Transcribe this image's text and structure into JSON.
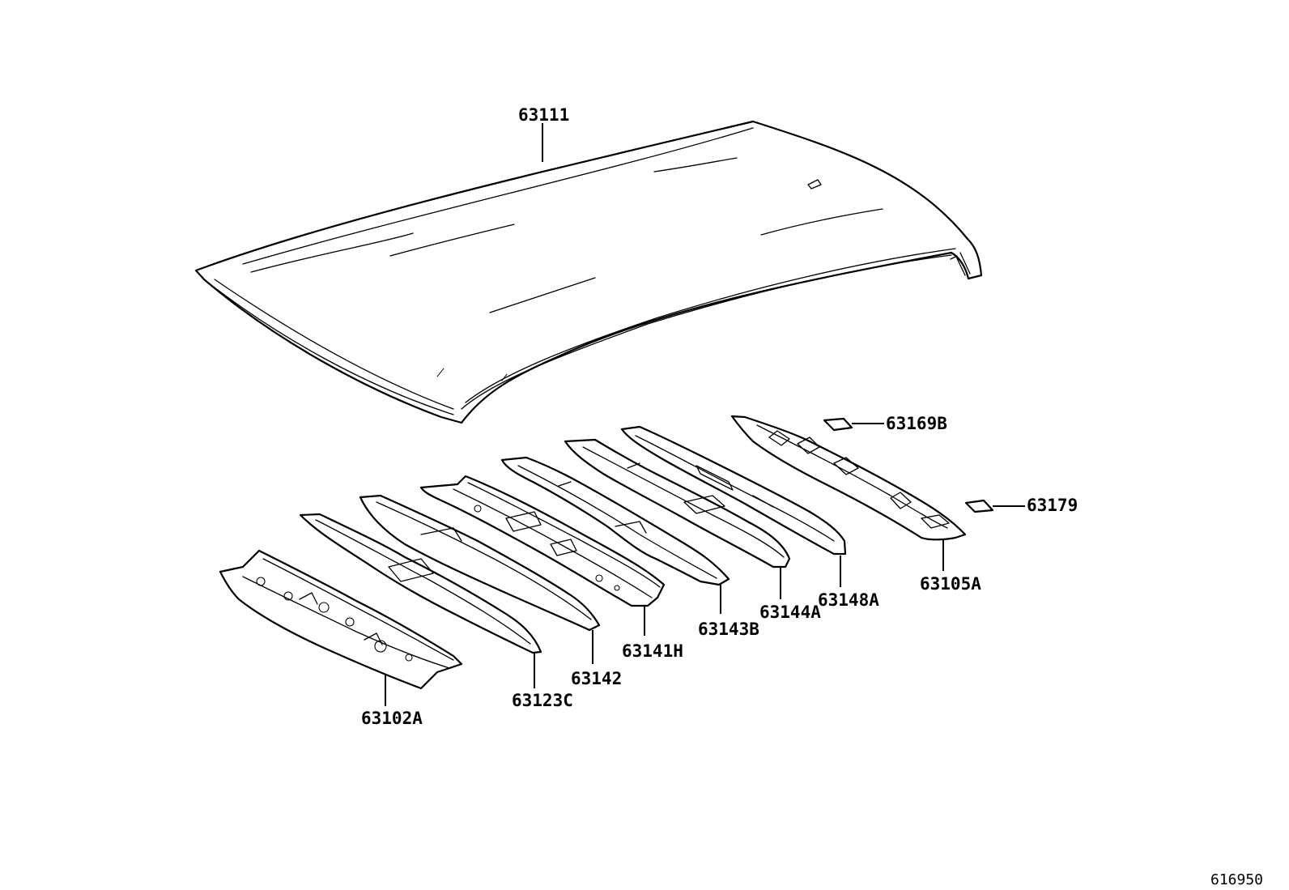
{
  "parts": {
    "p63111": "63111",
    "p63169B": "63169B",
    "p63179": "63179",
    "p63105A": "63105A",
    "p63148A": "63148A",
    "p63144A": "63144A",
    "p63143B": "63143B",
    "p63141H": "63141H",
    "p63142": "63142",
    "p63123C": "63123C",
    "p63102A": "63102A"
  },
  "illustration_code": "616950"
}
